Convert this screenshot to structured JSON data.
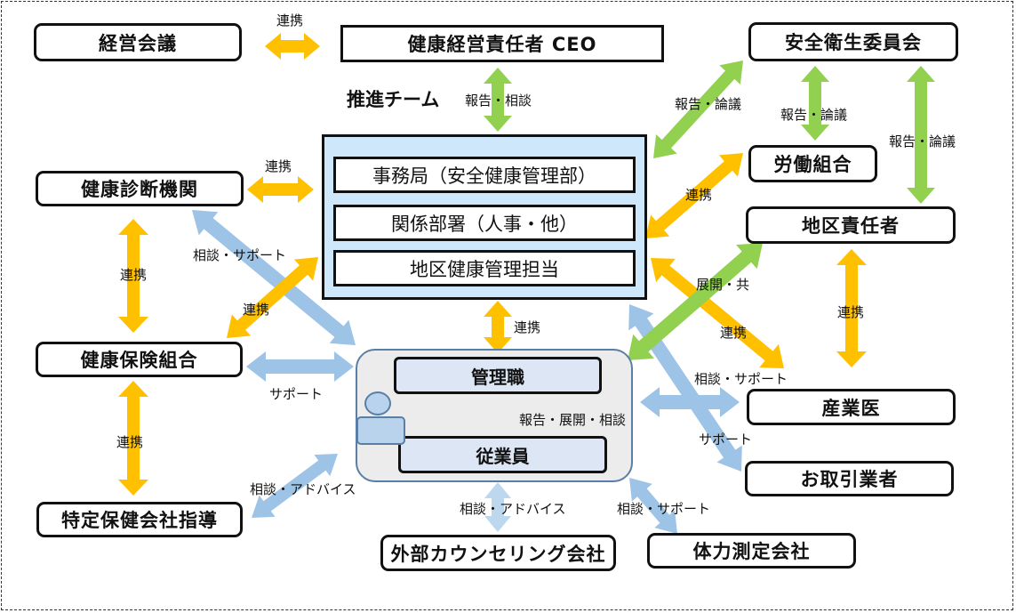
{
  "colors": {
    "cooperation": "#ffc000",
    "report": "#92d050",
    "support": "#9dc3e6",
    "support_light": "#bdd7ee",
    "team_bg": "#cfe7fa",
    "staff_bg": "#ececec",
    "staff_row_bg": "#dce6f4"
  },
  "nodes": {
    "board_meeting": "経営会議",
    "ceo": "健康経営責任者 CEO",
    "safety_committee": "安全衛生委員会",
    "labor_union": "労働組合",
    "district_manager": "地区責任者",
    "health_checkup_org": "健康診断機関",
    "health_insurance_union": "健康保険組合",
    "specific_health_guidance": "特定保健会社指導",
    "industrial_physician": "産業医",
    "business_partners": "お取引業者",
    "fitness_company": "体力測定会社",
    "counseling_company": "外部カウンセリング会社"
  },
  "promotion_team": {
    "title": "推進チーム",
    "rows": [
      "事務局（安全健康管理部）",
      "関係部署（人事・他）",
      "地区健康管理担当"
    ]
  },
  "staff": {
    "manager": "管理職",
    "employee": "従業員",
    "person_icon": "person-icon"
  },
  "labels": {
    "board_ceo": "連携",
    "ceo_team": "報告・相談",
    "team_safety": "報告・論議",
    "safety_union": "報告・論議",
    "safety_district": "報告・論議",
    "team_union": "連携",
    "checkup_team": "連携",
    "checkup_staff": "相談・サポート",
    "checkup_insurance": "連携",
    "insurance_team": "連携",
    "insurance_staff": "サポート",
    "team_staff": "連携",
    "manager_employee": "報告・展開・相談",
    "district_staff": "展開・共",
    "team_physician": "連携",
    "district_physician": "連携",
    "staff_physician": "相談・サポート",
    "team_partners": "サポート",
    "insurance_guidance": "連携",
    "guidance_staff": "相談・アドバイス",
    "counseling_staff": "相談・アドバイス",
    "fitness_staff": "相談・サポート"
  }
}
